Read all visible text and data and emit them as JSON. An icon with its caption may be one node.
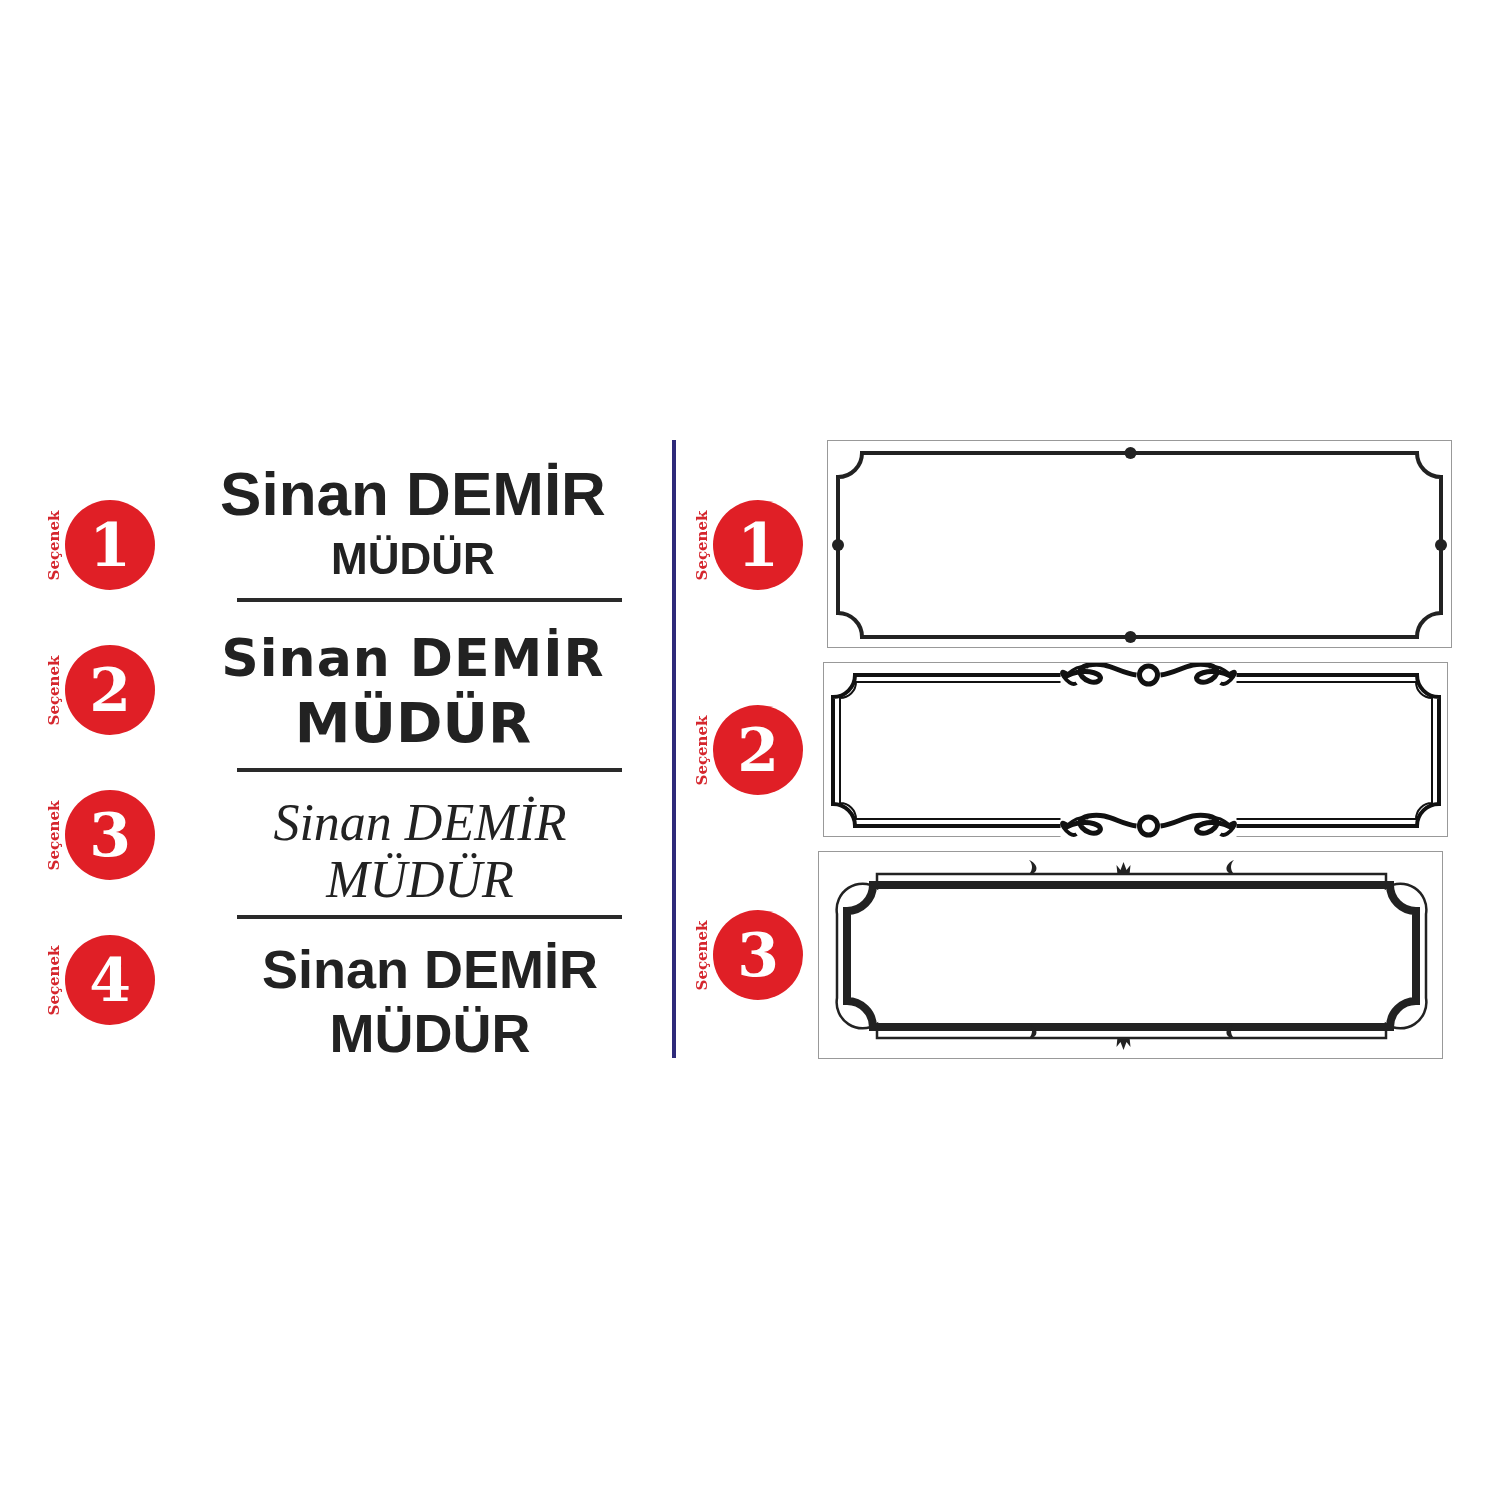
{
  "diagram": {
    "nodes": [
      {
        "text": [
          "1"
        ],
        "beside": [
          "Seçenek"
        ]
      },
      {
        "text": [
          "2"
        ],
        "beside": [
          "Seçenek"
        ]
      },
      {
        "text": [
          "3"
        ],
        "beside": [
          "Seçenek"
        ]
      },
      {
        "text": [
          "4"
        ],
        "beside": [
          "Seçenek"
        ]
      },
      {
        "text": [
          "1"
        ],
        "beside": [
          "Seçenek"
        ]
      },
      {
        "text": [
          "2"
        ],
        "beside": [
          "Seçenek"
        ]
      },
      {
        "text": [
          "3"
        ],
        "beside": [
          "Seçenek"
        ]
      },
      {
        "text": [],
        "shape": "box"
      },
      {
        "text": [],
        "shape": "box"
      },
      {
        "text": [],
        "shape": "box"
      }
    ],
    "edges": [],
    "labels": [
      "Sinan DEMİR",
      "MÜDÜR",
      "Sinan DEMİR",
      "MÜDÜR",
      "Sinan DEMİR",
      "MÜDÜR",
      "Sinan DEMİR",
      "MÜDÜR"
    ]
  }
}
